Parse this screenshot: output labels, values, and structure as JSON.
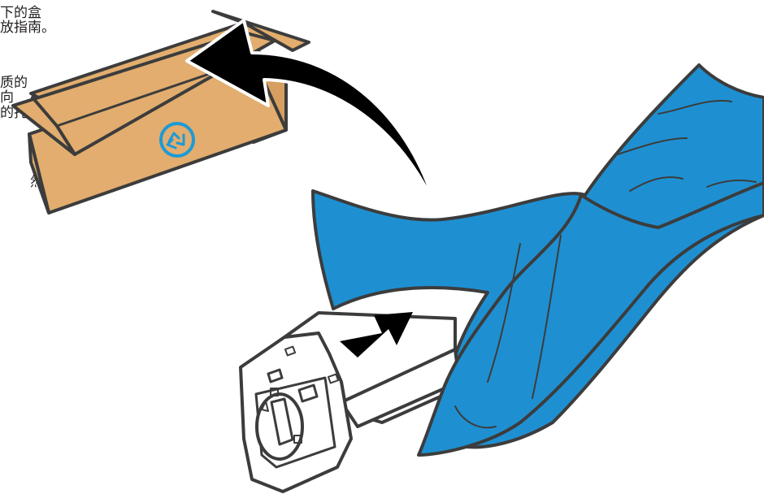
{
  "text": {
    "line1": "下的盒",
    "line2": "放指南。",
    "line3": "质的",
    "line4": "向",
    "line5": "的托",
    "line6": "然后"
  },
  "colors": {
    "box_fill": "#e2ad6e",
    "outline": "#3c3c3c",
    "recycle_blue": "#1d9ad6",
    "bag_blue": "#1e90d2",
    "cartridge_fill": "#ffffff",
    "arrow": "#000000"
  },
  "icons": {
    "recycle": "recycle-icon",
    "arrow_large": "curved-arrow-icon",
    "arrow_small": "arrow-icon"
  }
}
